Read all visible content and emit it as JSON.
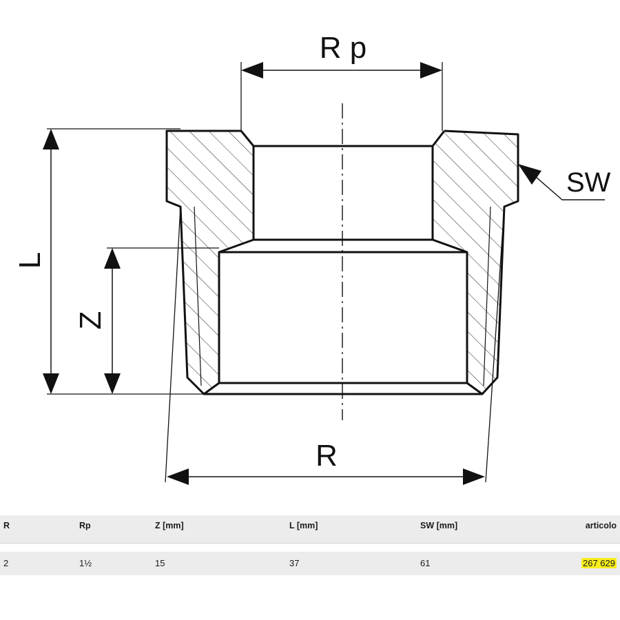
{
  "diagram": {
    "labels": {
      "rp": "R p",
      "sw": "SW",
      "l": "L",
      "z": "Z",
      "r": "R"
    }
  },
  "table": {
    "headers": [
      "R",
      "Rp",
      "Z [mm]",
      "L [mm]",
      "SW [mm]",
      "articolo"
    ],
    "rows": [
      [
        "2",
        "1½",
        "15",
        "37",
        "61",
        "267 629"
      ]
    ],
    "highlight_color": "#f6ee1c"
  },
  "colors": {
    "line": "#111111",
    "table_bg": "#ececec"
  }
}
